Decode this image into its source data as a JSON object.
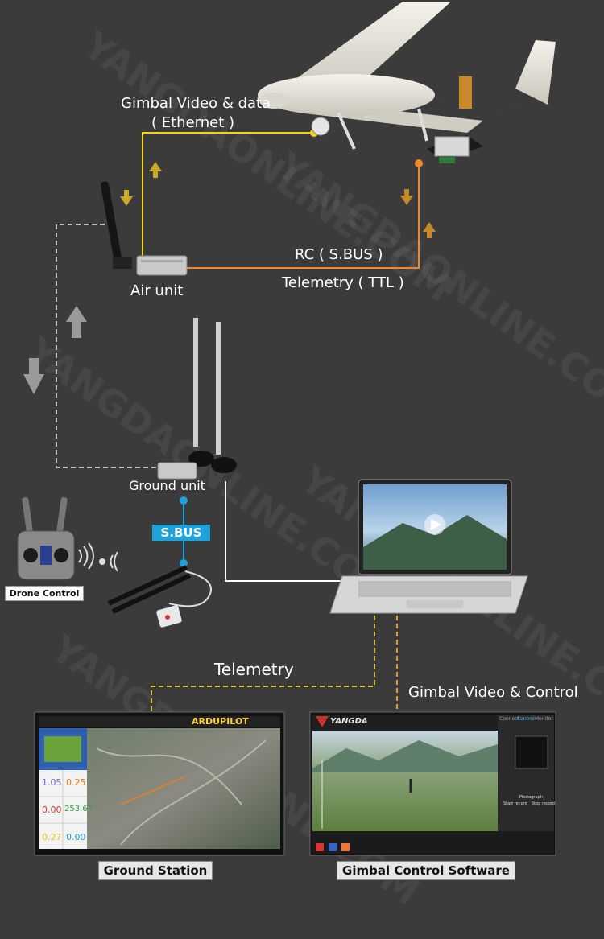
{
  "watermark": "YANGDAONLINE.COM",
  "labels": {
    "gimbal_video_data": "Gimbal Video & data",
    "ethernet": "( Ethernet )",
    "rc_sbus": "RC ( S.BUS )",
    "telemetry_ttl": "Telemetry ( TTL )",
    "air_unit": "Air unit",
    "ground_unit": "Ground unit",
    "sbus": "S.BUS",
    "drone_control": "Drone Control",
    "telemetry": "Telemetry",
    "gimbal_video_control": "Gimbal Video & Control",
    "ground_station": "Ground Station",
    "gimbal_control_software": "Gimbal Control Software"
  },
  "screens": {
    "ardupilot_logo": "ARDUPILOT",
    "ground_station_values": [
      "1.05",
      "0.25",
      "0.00",
      "253.67",
      "0.27",
      "0.00"
    ],
    "gimbal_brand": "YANGDA",
    "gimbal_tabs": [
      "Connect",
      "Control",
      "Monitor"
    ],
    "gimbal_buttons": [
      "Start record",
      "Stop record",
      "Photograph"
    ]
  },
  "colors": {
    "background": "#3b3b3b",
    "video_link": "#f5d21e",
    "telemetry_link": "#f08a24",
    "sbus_link": "#1ea2dc",
    "ground_link": "#ffffff",
    "radio_link": "#bfbfbf",
    "dashed_telemetry": "#d9c043",
    "dashed_video": "#e59a2a"
  }
}
